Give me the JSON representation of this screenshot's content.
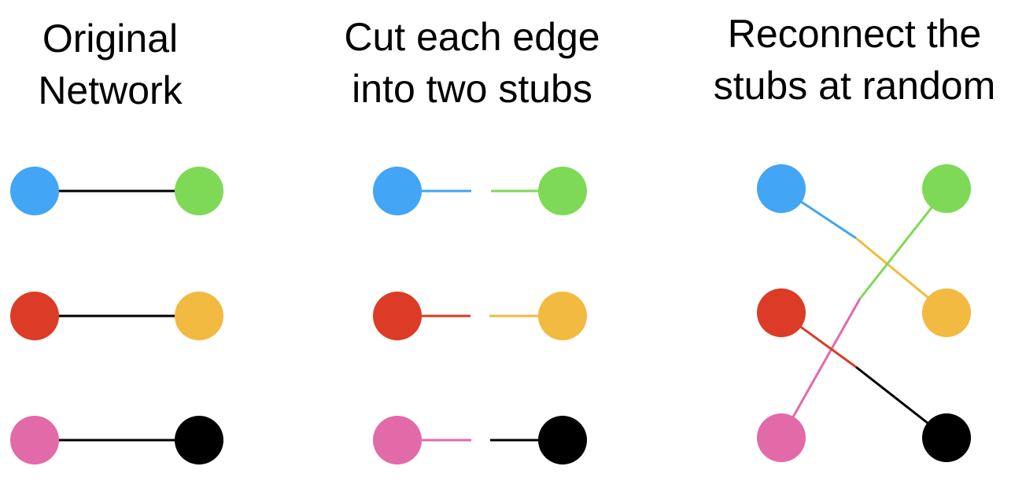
{
  "panels": [
    {
      "title_line1": "Original",
      "title_line2": "Network"
    },
    {
      "title_line1": "Cut each edge",
      "title_line2": "into two stubs"
    },
    {
      "title_line1": "Reconnect the",
      "title_line2": "stubs at random"
    }
  ],
  "colors": {
    "blue": "#42A5F5",
    "green": "#7ED957",
    "red": "#DC3B27",
    "yellow": "#F2BA41",
    "pink": "#E26AA9",
    "black": "#000000"
  }
}
